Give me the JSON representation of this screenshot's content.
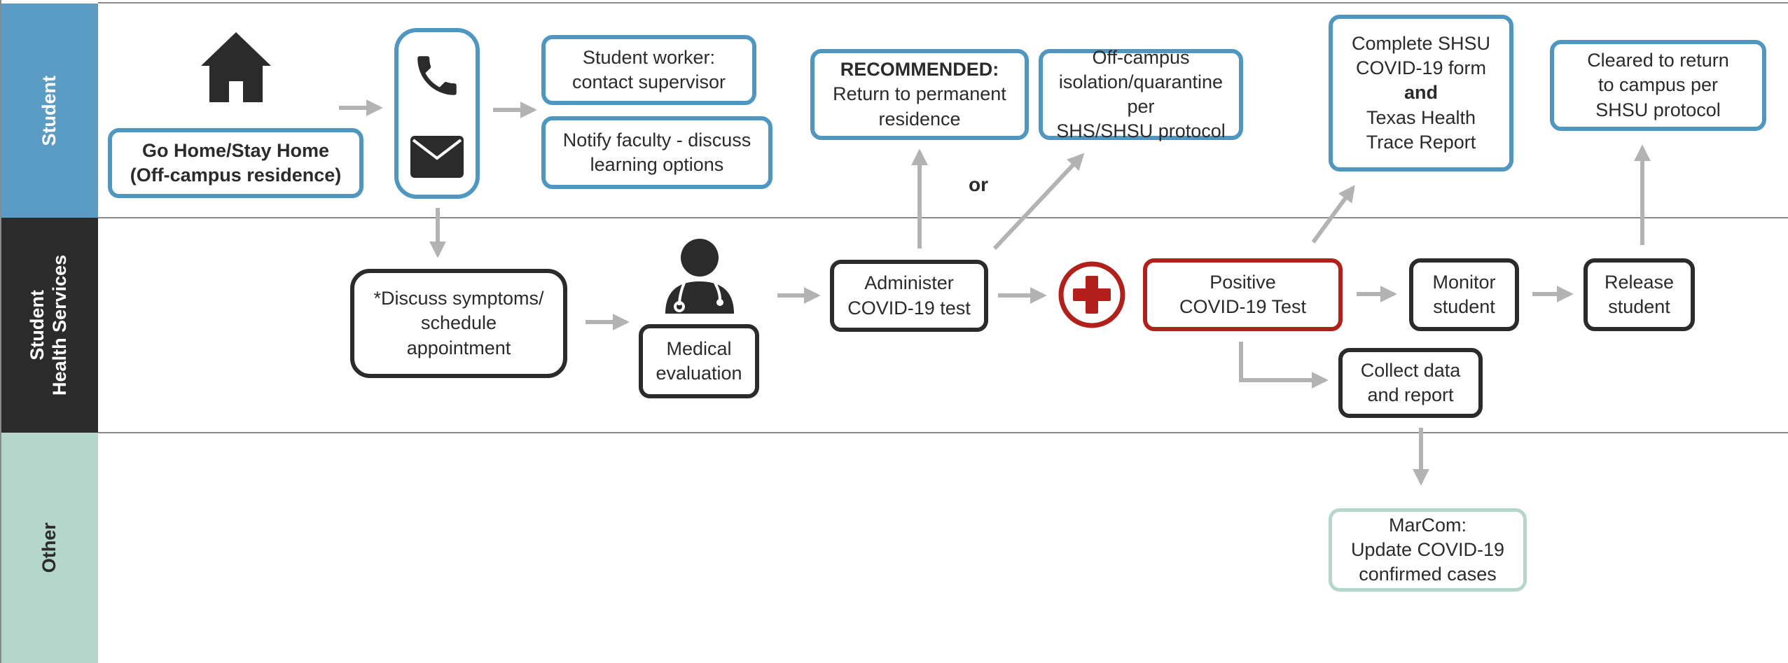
{
  "lanes": {
    "student": "Student",
    "shs": "Student\nHealth Services",
    "other": "Other"
  },
  "student": {
    "go_home": "Go Home/Stay Home\n(Off-campus residence)",
    "worker": "Student worker:\ncontact supervisor",
    "notify": "Notify faculty - discuss\nlearning options",
    "recommended_title": "RECOMMENDED:",
    "recommended_body": "Return to permanent\nresidence",
    "or": "or",
    "offcampus": "Off-campus\nisolation/quarantine per\nSHS/SHSU protocol",
    "complete_line1": "Complete SHSU\nCOVID-19 form",
    "complete_and": "and",
    "complete_line2": "Texas Health\nTrace Report",
    "cleared": "Cleared to return\nto campus per\nSHSU protocol"
  },
  "shs": {
    "discuss": "*Discuss symptoms/\nschedule\nappointment",
    "medical": "Medical\nevaluation",
    "administer": "Administer\nCOVID-19 test",
    "positive": "Positive\nCOVID-19 Test",
    "monitor": "Monitor\nstudent",
    "release": "Release\nstudent",
    "collect": "Collect data\nand report"
  },
  "other": {
    "marcom": "MarCom:\nUpdate COVID-19\nconfirmed cases"
  },
  "icons": {
    "home": "home-icon",
    "phone": "phone-icon",
    "envelope": "envelope-icon",
    "doctor": "doctor-icon",
    "medical_cross": "medical-cross-icon"
  },
  "colors": {
    "student_lane": "#5a9cc4",
    "shs_lane": "#2b2b2b",
    "other_lane": "#b5d6ca",
    "positive_red": "#b1201a",
    "arrow_gray": "#b3b3b3"
  }
}
